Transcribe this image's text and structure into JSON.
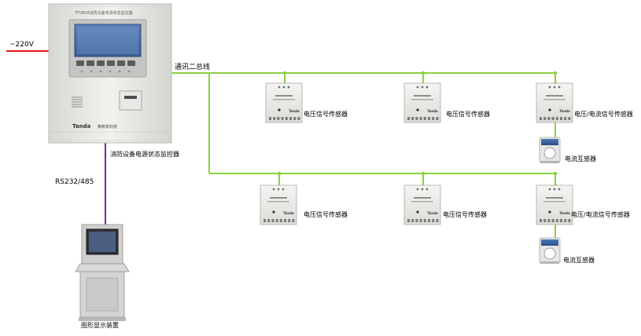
{
  "power_label": "~220V",
  "bus_label": "通讯二总线",
  "monitor": {
    "header_text": "TF0808消防设备电源状态监控器",
    "brand": "Tanda",
    "brand_sub": "泰和安科技",
    "caption": "消防设备电源状态监控器"
  },
  "comm_label": "RS232/485",
  "display_caption": "图形显示装置",
  "sensor_labels": {
    "voltage": "电压信号传感器",
    "voltage_current": "电压/电流信号传感器",
    "ct": "电流互感器"
  },
  "sensor_brand": "Tanda",
  "colors": {
    "power_line": "#e8141c",
    "bus_line": "#8bd143",
    "comm_line": "#8b1c9e"
  }
}
